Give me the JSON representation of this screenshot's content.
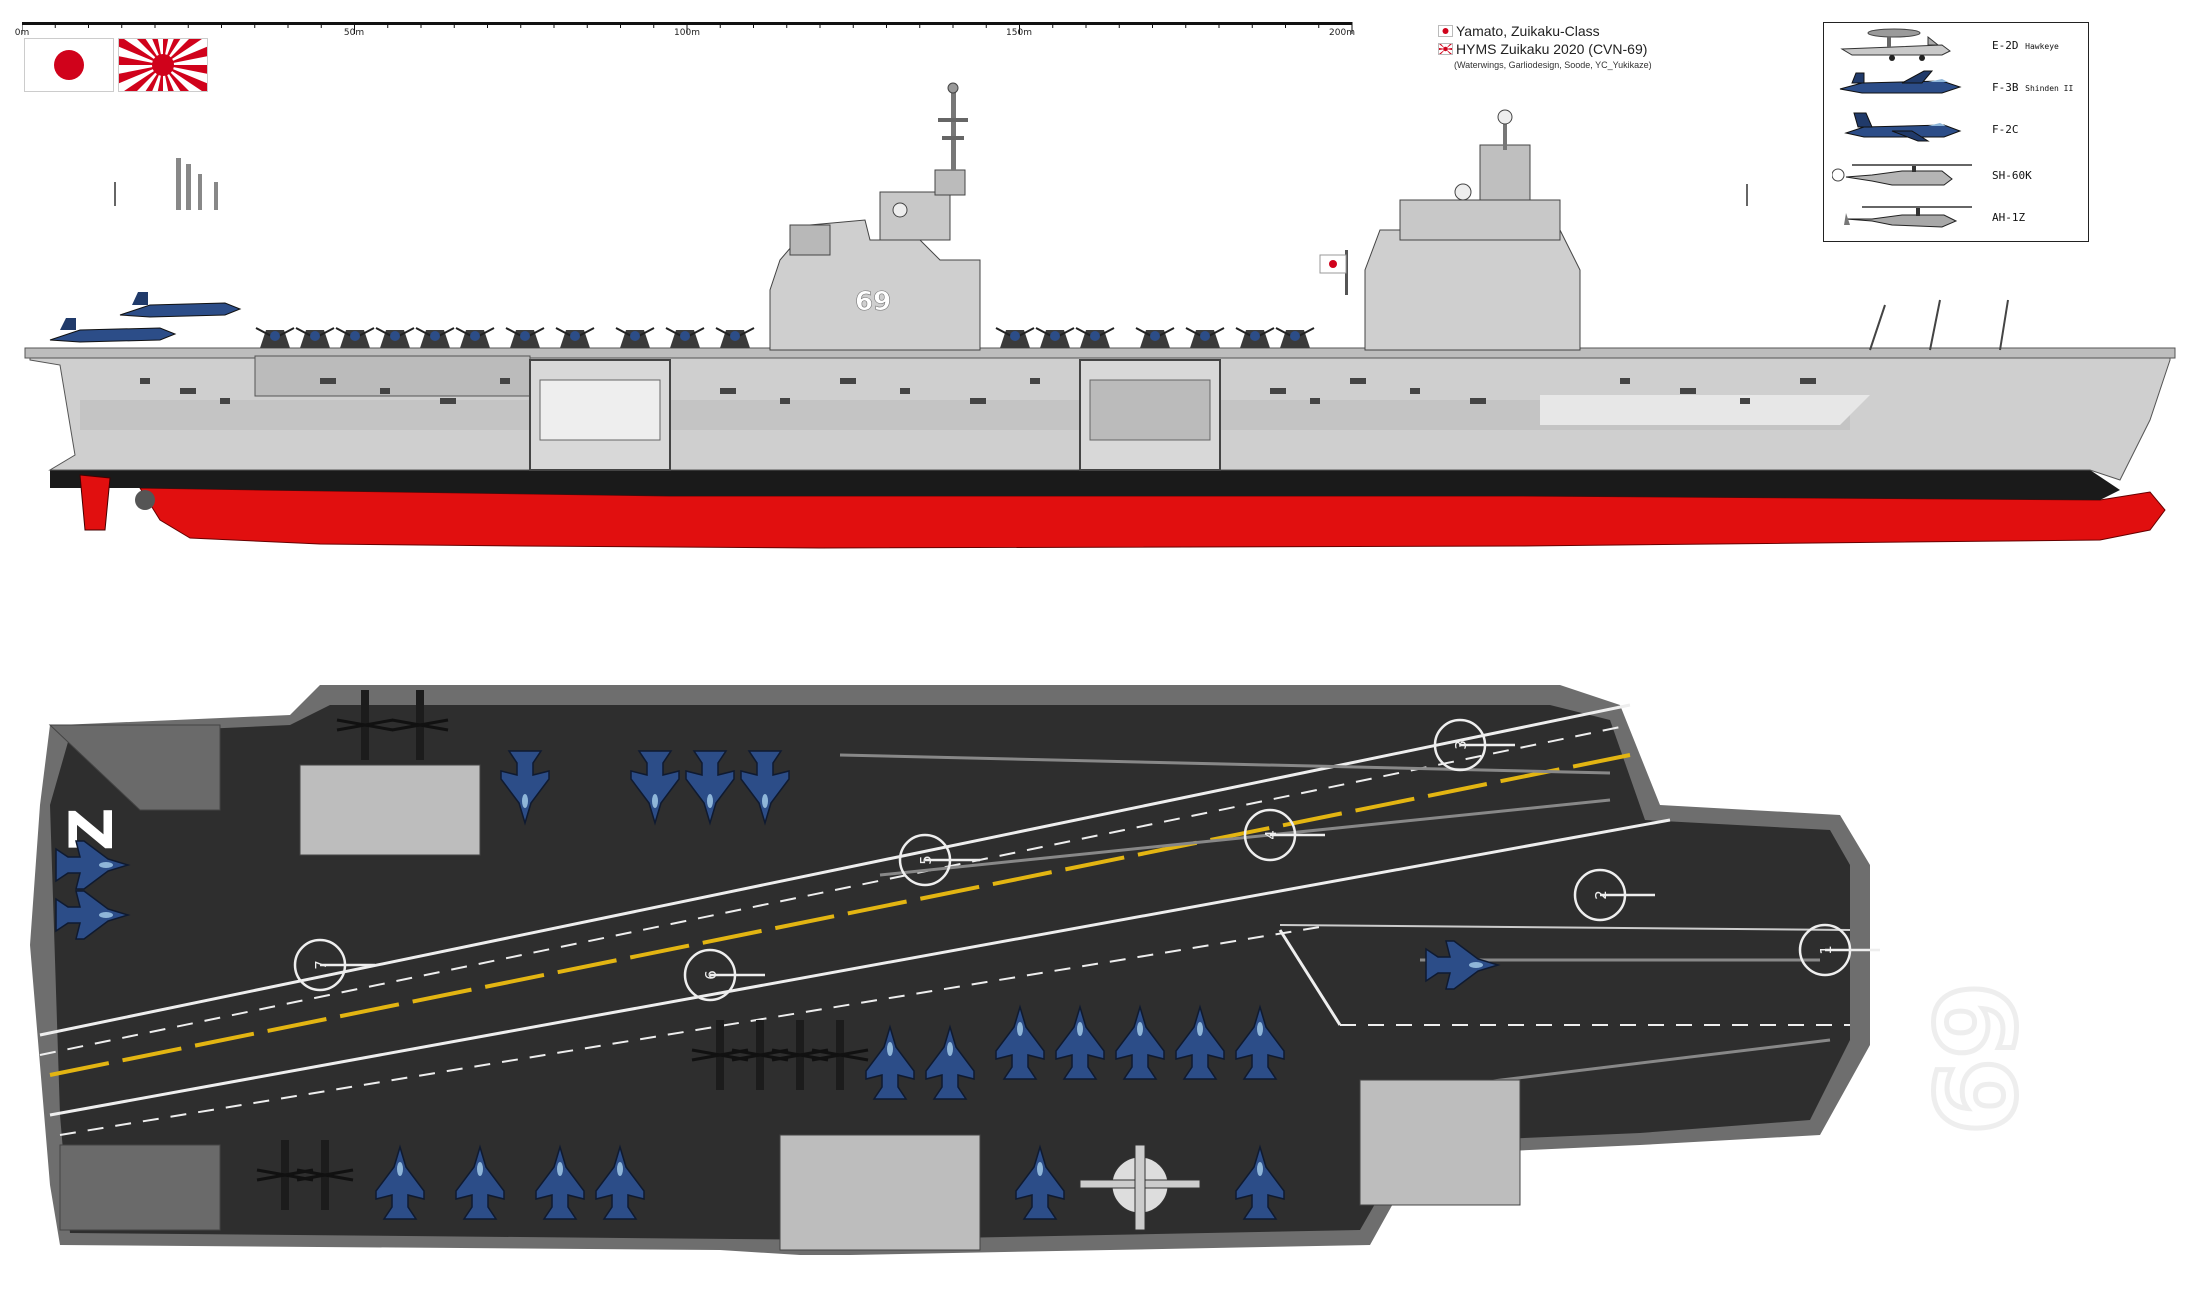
{
  "scale": {
    "labels": [
      "0m",
      "50m",
      "100m",
      "150m",
      "200m"
    ],
    "max_m": 200
  },
  "title": {
    "line1": "Yamato, Zuikaku-Class",
    "line2": "HYMS Zuikaku 2020 (CVN-69)",
    "credits": "(Waterwings, Garliodesign, Soode, YC_Yukikaze)"
  },
  "legend": [
    {
      "name": "E-2D Hawkeye",
      "main": "E-2D",
      "sub": "Hawkeye",
      "icon": "e2d-hawkeye-icon"
    },
    {
      "name": "F-3B Shinden II",
      "main": "F-3B",
      "sub": "Shinden II",
      "icon": "f3b-shinden-icon"
    },
    {
      "name": "F-2C",
      "main": "F-2C",
      "sub": "",
      "icon": "f2c-icon"
    },
    {
      "name": "SH-60K",
      "main": "SH-60K",
      "sub": "",
      "icon": "sh60k-icon"
    },
    {
      "name": "AH-1Z",
      "main": "AH-1Z",
      "sub": "",
      "icon": "ah1z-icon"
    }
  ],
  "hull_number": "69",
  "deck_numbers": [
    "1",
    "2",
    "3",
    "4",
    "5",
    "6",
    "7"
  ],
  "deck_letter": "Z",
  "colors": {
    "hull_grey": "#cfcfcf",
    "boot_black": "#1a1a1a",
    "antifouling_red": "#e10f0f",
    "deck": "#2e2e2e",
    "deck_edge": "#6e6e6e",
    "deck_yellow": "#e3b512",
    "aircraft_blue": "#2c4d88",
    "flag_red": "#d0021b"
  }
}
